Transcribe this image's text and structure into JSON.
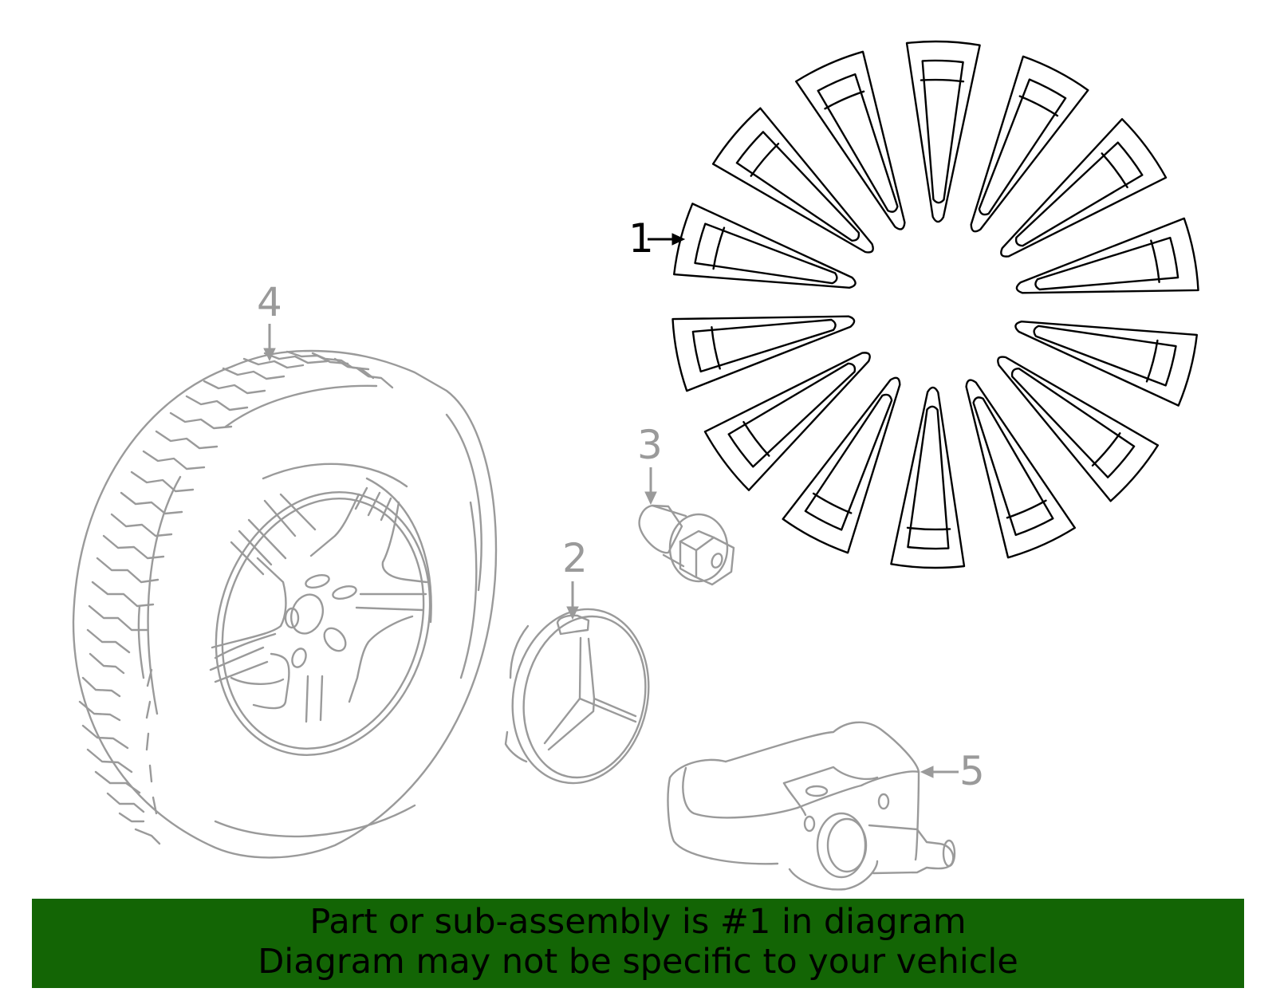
{
  "diagram": {
    "title": "Wheel assembly parts diagram",
    "colors": {
      "highlight_part": "#000000",
      "other_parts": "#9a9a9a",
      "banner_bg": "#136505",
      "banner_text": "#000000",
      "background": "#ffffff"
    },
    "callouts": [
      {
        "number": "1",
        "part": "wheel",
        "highlighted": true
      },
      {
        "number": "2",
        "part": "center-cap-emblem",
        "highlighted": false
      },
      {
        "number": "3",
        "part": "wheel-bolt",
        "highlighted": false
      },
      {
        "number": "4",
        "part": "tire-and-wheel-assembly",
        "highlighted": false
      },
      {
        "number": "5",
        "part": "tire-pressure-sensor",
        "highlighted": false
      }
    ],
    "wheel": {
      "spoke_openings": 14
    }
  },
  "banner": {
    "line1": "Part or sub-assembly is #1 in diagram",
    "line2": "Diagram may not be specific to your vehicle"
  }
}
